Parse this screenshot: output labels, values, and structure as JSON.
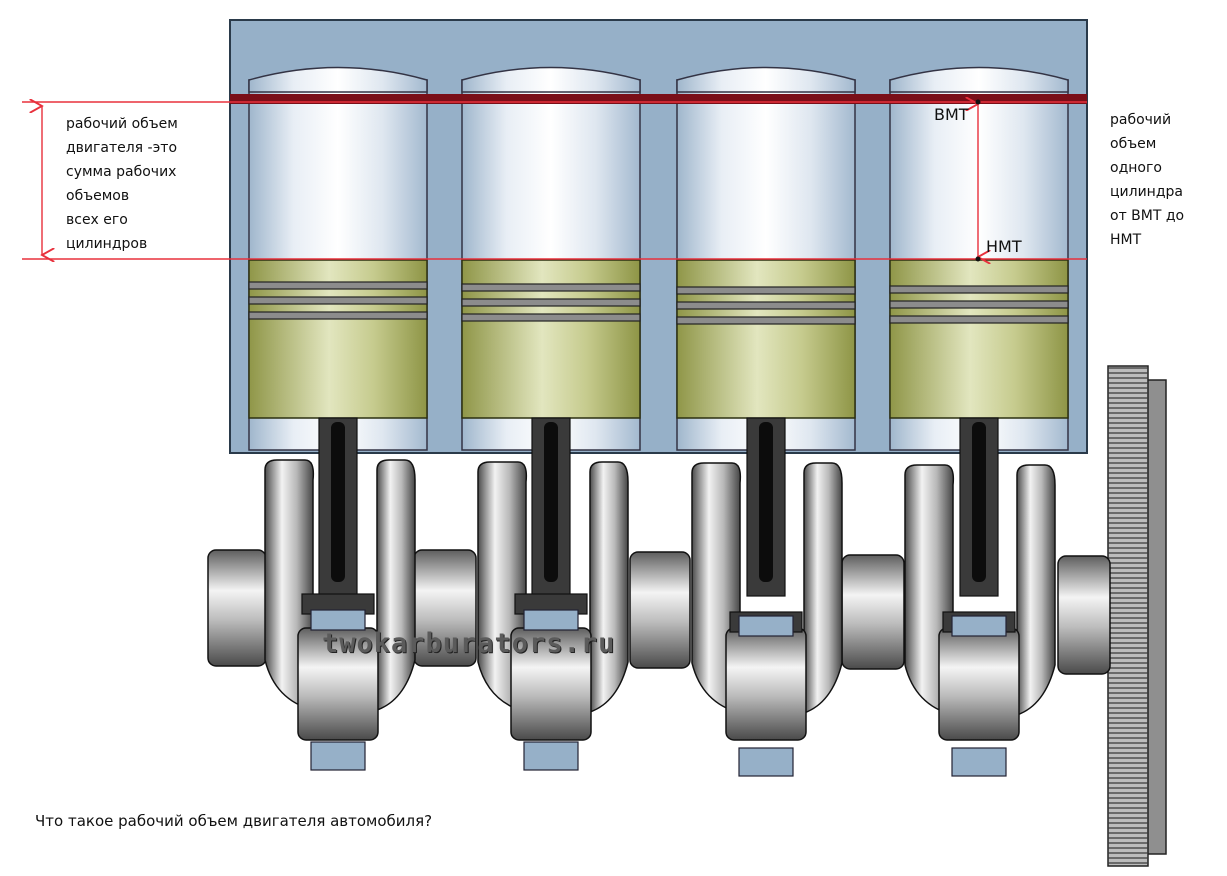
{
  "labels": {
    "left_note": [
      "рабочий объем",
      "двигателя -это",
      "сумма рабочих",
      "объемов",
      "всех его",
      "цилиндров"
    ],
    "right_note": [
      "рабочий",
      "объем",
      "одного",
      "цилиндра",
      "от ВМТ до",
      "НМТ"
    ],
    "tdc": "ВМТ",
    "bdc": "НМТ",
    "caption": "Что такое рабочий объем двигателя автомобиля?",
    "watermark": "twokarburators.ru"
  },
  "colors": {
    "block": "#96b0c8",
    "tdc_band": "#7a0e18",
    "guide_line": "#e8303c",
    "piston": "#b8be78",
    "rod": "#2a2a2a",
    "crank_metal": "#8a8a8a",
    "bearing_cap": "#96b0c8"
  },
  "diagram": {
    "cylinders": 4
  }
}
